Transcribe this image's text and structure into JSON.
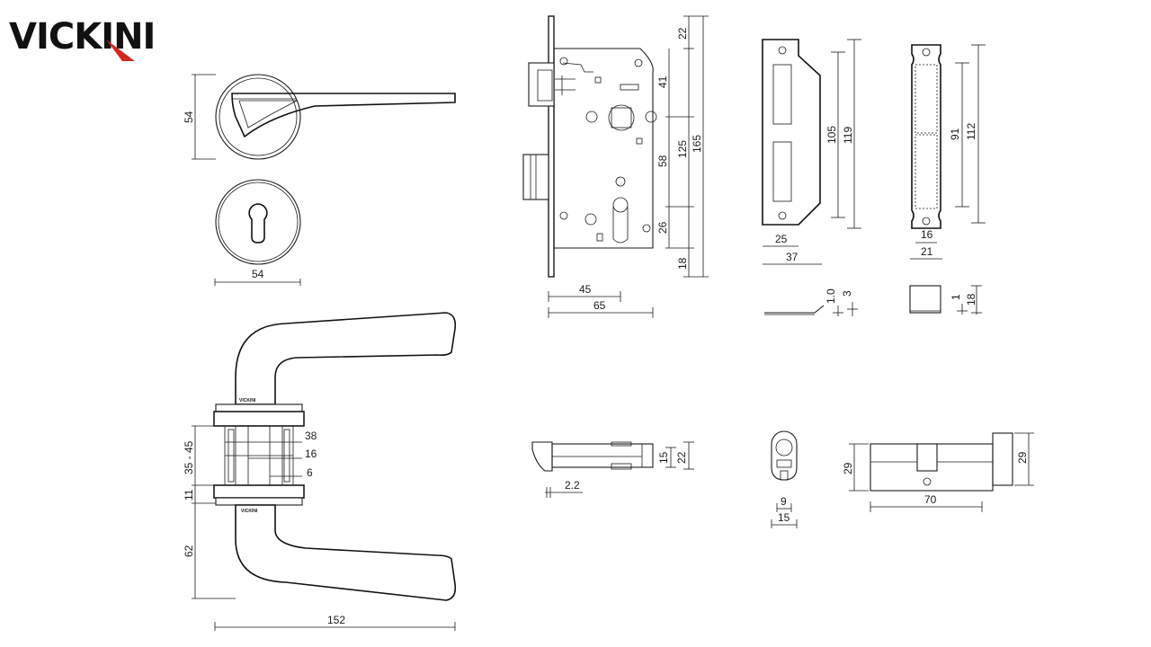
{
  "brand": {
    "name": "VICKINI",
    "part_a": "VIC",
    "part_b": "KINI",
    "color": "#111111",
    "accent": "#d7261e"
  },
  "rosette": {
    "height": "54",
    "width": "54"
  },
  "handle": {
    "depth": "35 - 45",
    "rosette_th": "11",
    "length": "62",
    "total": "152",
    "d38": "38",
    "d16": "16",
    "d6": "6",
    "mark": "VICKINI"
  },
  "lockbody": {
    "d22": "22",
    "d41": "41",
    "d58": "58",
    "d26": "26",
    "d18": "18",
    "d125": "125",
    "d165": "165",
    "d45": "45",
    "d65": "65"
  },
  "strike": {
    "d105": "105",
    "d119": "119",
    "d25": "25",
    "d37": "37",
    "d10": "1.0",
    "d3": "3"
  },
  "faceplate": {
    "d91": "91",
    "d112": "112",
    "d16": "16",
    "d21": "21",
    "d1": "1",
    "d18": "18"
  },
  "latch": {
    "d15": "15",
    "d22": "22",
    "d22b": "2.2"
  },
  "cylinder": {
    "d9": "9",
    "d15": "15",
    "d29a": "29",
    "d29b": "29",
    "d70": "70"
  }
}
